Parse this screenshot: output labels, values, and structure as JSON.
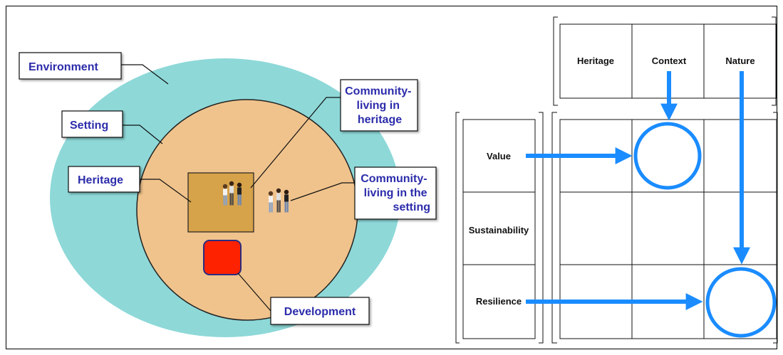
{
  "left_diagram": {
    "environment_label": "Environment",
    "setting_label": "Setting",
    "heritage_label": "Heritage",
    "community_heritage_label": [
      "Community-",
      "living in",
      "heritage"
    ],
    "community_setting_label": [
      "Community-",
      "living in the",
      "setting"
    ],
    "development_label": "Development",
    "colors": {
      "environment": "#8ed8d8",
      "setting": "#f0c38c",
      "heritage": "#d6a24a",
      "development": "#ff2200",
      "label_text": "#2c2cab"
    }
  },
  "matrix": {
    "columns": [
      "Heritage",
      "Context",
      "Nature"
    ],
    "rows": [
      "Value",
      "Sustainability",
      "Resilience"
    ],
    "highlights": [
      {
        "row": "Value",
        "column": "Context"
      },
      {
        "row": "Resilience",
        "column": "Nature"
      }
    ],
    "arrow_color": "#1a8cff"
  }
}
